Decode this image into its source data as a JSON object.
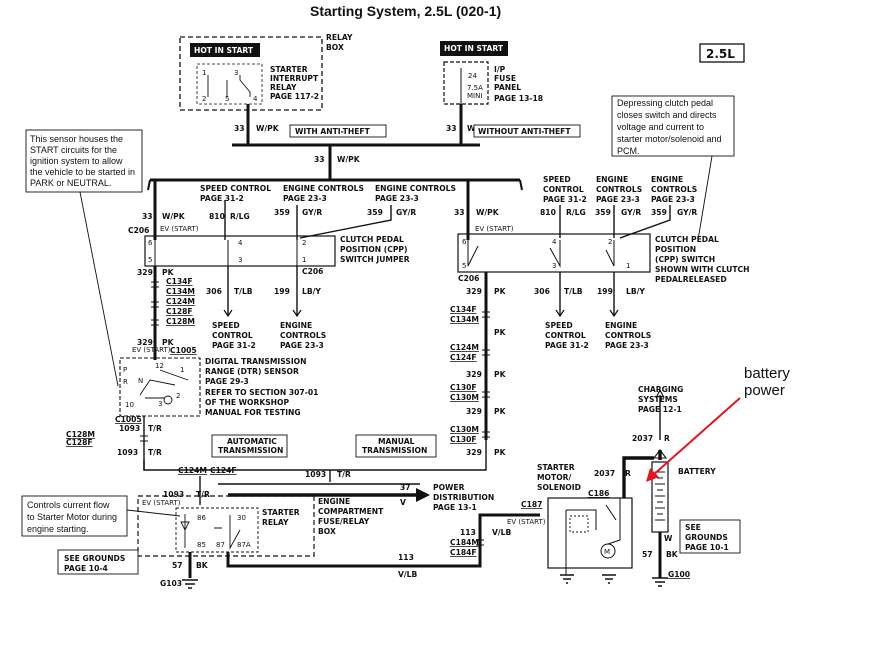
{
  "title": "Starting System, 2.5L (020-1)",
  "badge": "2.5L",
  "relay_box_label": [
    "RELAY",
    "BOX"
  ],
  "hot_in_start": "HOT IN START",
  "starter_interrupt_relay": [
    "STARTER",
    "INTERRUPT",
    "RELAY",
    "PAGE 117-2"
  ],
  "ip_fuse_panel": [
    "I/P",
    "FUSE",
    "PANEL",
    "PAGE 13-18"
  ],
  "fuse_24": "24",
  "fuse_75a": "7.5A",
  "fuse_mini": "MINI",
  "wire_33": "33",
  "wire_wpk": "W/PK",
  "with_anti_theft": "WITH ANTI-THEFT",
  "without_anti_theft": "WITHOUT ANTI-THEFT",
  "note_sensor": [
    "This sensor houses the",
    "START circuits for the",
    "ignition system to allow",
    "the vehicle to be started in",
    "PARK or NEUTRAL."
  ],
  "note_clutch": [
    "Depressing clutch pedal",
    "closes switch and directs",
    "voltage and current to",
    "starter motor/solenoid and",
    "PCM."
  ],
  "note_relay": [
    "Controls current flow",
    "to Starter Motor during",
    "engine starting."
  ],
  "speed_control": [
    "SPEED CONTROL",
    "PAGE 31-2"
  ],
  "speed_control_2": [
    "SPEED",
    "CONTROL",
    "PAGE 31-2"
  ],
  "engine_controls": [
    "ENGINE CONTROLS",
    "PAGE 23-3"
  ],
  "engine_controls_2": [
    "ENGINE",
    "CONTROLS",
    "PAGE 23-3"
  ],
  "w810": "810",
  "rlg": "R/LG",
  "w359": "359",
  "gyr": "GY/R",
  "c206": "C206",
  "ev_start": "EV (START)",
  "cpp_jumper": [
    "CLUTCH PEDAL",
    "POSITION (CPP)",
    "SWITCH JUMPER"
  ],
  "cpp_switch": [
    "CLUTCH PEDAL",
    "POSITION",
    "(CPP) SWITCH",
    "SHOWN WITH CLUTCH",
    "PEDALRELEASED"
  ],
  "w329": "329",
  "pk": "PK",
  "w306": "306",
  "tlb": "T/LB",
  "w199": "199",
  "lby": "LB/Y",
  "conn_left": [
    "C134F",
    "C134M",
    "C124M",
    "C128F",
    "C128M"
  ],
  "conn_right1": [
    "C134F",
    "C134M"
  ],
  "conn_right2": [
    "C124M",
    "C124F"
  ],
  "conn_right3": [
    "C130F",
    "C130M"
  ],
  "conn_right4": [
    "C130M",
    "C130F"
  ],
  "c1005": "C1005",
  "dtr_sensor": [
    "DIGITAL TRANSMISSION",
    "RANGE (DTR) SENSOR",
    "PAGE 29-3",
    "REFER TO SECTION 307-01",
    "OF THE WORKSHOP",
    "MANUAL FOR TESTING"
  ],
  "w1093": "1093",
  "tr": "T/R",
  "c128m": "C128M",
  "c128f": "C128F",
  "automatic_transmission": [
    "AUTOMATIC",
    "TRANSMISSION"
  ],
  "manual_transmission": [
    "MANUAL",
    "TRANSMISSION"
  ],
  "c124m": "C124M",
  "c124f": "C124F",
  "w37": "37",
  "v": "V",
  "power_distribution": [
    "POWER",
    "DISTRIBUTION",
    "PAGE 13-1"
  ],
  "engine_comp_box": [
    "ENGINE",
    "COMPARTMENT",
    "FUSE/RELAY",
    "BOX"
  ],
  "starter_relay": [
    "STARTER",
    "RELAY"
  ],
  "see_grounds_left": [
    "SEE GROUNDS",
    "PAGE 10-4"
  ],
  "see_grounds_right": [
    "SEE",
    "GROUNDS",
    "PAGE 10-1"
  ],
  "w57": "57",
  "bk": "BK",
  "g103": "G103",
  "g100": "G100",
  "w113": "113",
  "vlb": "V/LB",
  "c184m": "C184M",
  "c184f": "C184F",
  "c187": "C187",
  "c186": "C186",
  "starter_motor": [
    "STARTER",
    "MOTOR/",
    "SOLENOID"
  ],
  "charging_systems": [
    "CHARGING",
    "SYSTEMS",
    "PAGE 12-1"
  ],
  "w2037": "2037",
  "r": "R",
  "battery": "BATTERY",
  "battery_power": [
    "battery",
    "power"
  ],
  "w": "W",
  "relay_pins": [
    "86",
    "30",
    "85",
    "87",
    "87A"
  ],
  "colors": {
    "accent_arrow": "#e8141c",
    "ink": "#111111"
  }
}
